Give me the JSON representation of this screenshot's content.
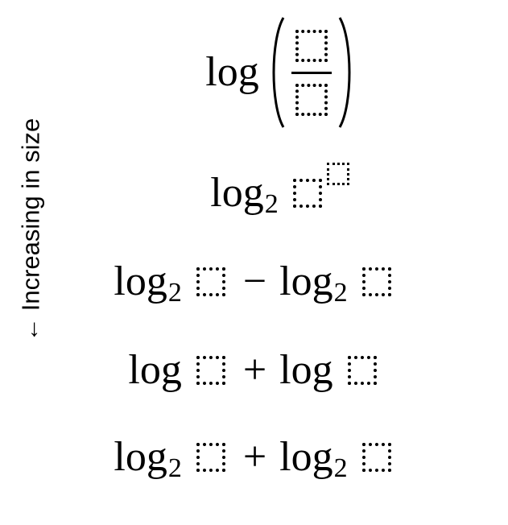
{
  "side_label": {
    "text": "Increasing in size",
    "arrow_icon": "arrow-down-icon"
  },
  "rows": [
    {
      "log": "log",
      "type": "fraction"
    },
    {
      "log": "log",
      "base": "2",
      "type": "power"
    },
    {
      "log": "log",
      "base": "2",
      "op": "−",
      "type": "binary"
    },
    {
      "log": "log",
      "base": "",
      "op": "+",
      "type": "binary"
    },
    {
      "log": "log",
      "base": "2",
      "op": "+",
      "type": "binary"
    }
  ]
}
